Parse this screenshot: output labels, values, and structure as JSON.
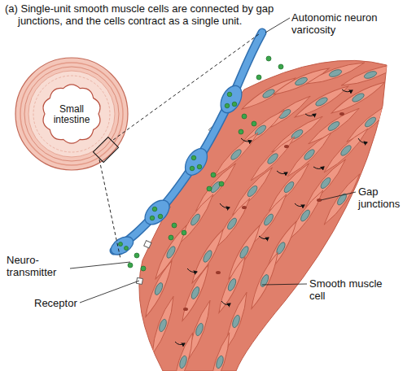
{
  "diagram": {
    "title": "(a) Single-unit smooth muscle cells are connected by gap junctions, and the cells contract as a single unit.",
    "nodes": [
      {
        "text": [
          "Small intestine"
        ]
      }
    ],
    "labels": [
      "Autonomic neuron varicosity",
      "Gap junctions",
      "Neuro-transmitter",
      "Receptor",
      "Smooth muscle cell"
    ]
  }
}
